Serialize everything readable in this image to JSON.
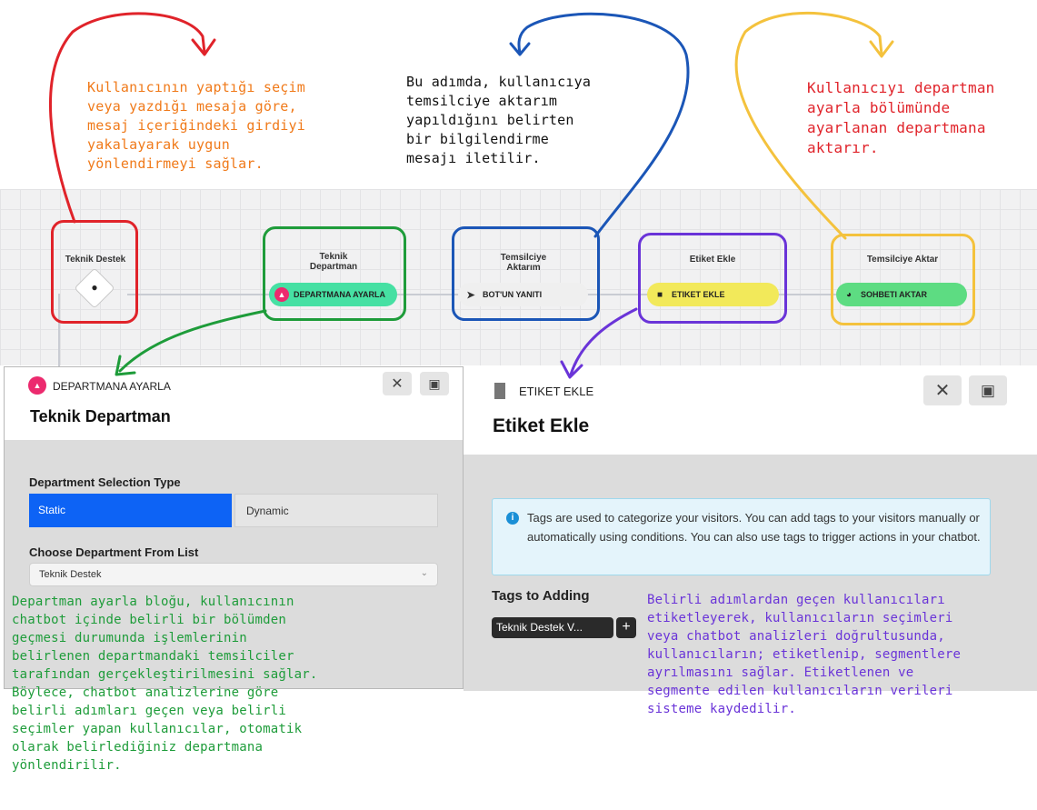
{
  "annotations": {
    "orange": [
      "Kullanıcının yaptığı seçim",
      "veya yazdığı mesaja göre,",
      "mesaj içeriğindeki girdiyi",
      "yakalayarak uygun",
      "yönlendirmeyi sağlar."
    ],
    "black": [
      "Bu adımda, kullanıcıya",
      "temsilciye aktarım",
      "yapıldığını belirten",
      "bir bilgilendirme",
      "mesajı iletilir."
    ],
    "red": [
      "Kullanıcıyı departman",
      "ayarla bölümünde",
      "ayarlanan departmana",
      "aktarır."
    ],
    "green": [
      "Departman ayarla bloğu, kullanıcının",
      "chatbot içinde belirli bir bölümden",
      "geçmesi durumunda işlemlerinin",
      "belirlenen departmandaki temsilciler",
      "tarafından gerçekleştirilmesini sağlar.",
      "Böylece, chatbot analizlerine göre",
      "belirli adımları geçen veya belirli",
      "seçimler yapan kullanıcılar, otomatik",
      "olarak belirlediğiniz departmana",
      "yönlendirilir."
    ],
    "purple": [
      "Belirli adımlardan geçen kullanıcıları",
      "etiketleyerek, kullanıcıların seçimleri",
      "veya chatbot analizleri doğrultusunda,",
      "kullanıcıların; etiketlenip, segmentlere",
      "ayrılmasını sağlar. Etiketlenen ve",
      "segmente edilen kullanıcıların verileri",
      "sisteme kaydedilir."
    ]
  },
  "flow": {
    "nodes": [
      {
        "title": "Teknik Destek"
      },
      {
        "title": "Teknik Departman",
        "title_lines": [
          "Teknik",
          "Departman"
        ],
        "action": "DEPARTMANA AYARLA"
      },
      {
        "title": "Temsilciye Aktarım",
        "title_lines": [
          "Temsilciye",
          "Aktarım"
        ],
        "action": "BOT'UN YANITI"
      },
      {
        "title": "Etiket Ekle",
        "action": "ETIKET EKLE"
      },
      {
        "title": "Temsilciye Aktar",
        "action": "SOHBETI AKTAR"
      }
    ]
  },
  "left_panel": {
    "type_label": "DEPARTMANA AYARLA",
    "title": "Teknik Departman",
    "selection_type_label": "Department Selection Type",
    "options": [
      "Static",
      "Dynamic"
    ],
    "selected_option": "Static",
    "choose_label": "Choose Department From List",
    "selected_department": "Teknik Destek"
  },
  "right_panel": {
    "type_label": "ETIKET EKLE",
    "title": "Etiket Ekle",
    "info_text": "Tags are used to categorize your visitors. You can add tags to your visitors manually or automatically using conditions. You can also use tags to trigger actions in your chatbot.",
    "tags_label": "Tags to Adding",
    "tag_chip": "Teknik Destek V..."
  },
  "colors": {
    "orange": "#f07a1a",
    "red": "#e0232a",
    "green": "#1e9c3a",
    "blue": "#1b56b7",
    "purple": "#6a34d8",
    "yellow": "#f4c23d",
    "static_blue": "#0d63f5",
    "green_pill": "#46e0a3",
    "yellow_pill": "#f2e95a",
    "tag_pill": "#5ddc82"
  }
}
